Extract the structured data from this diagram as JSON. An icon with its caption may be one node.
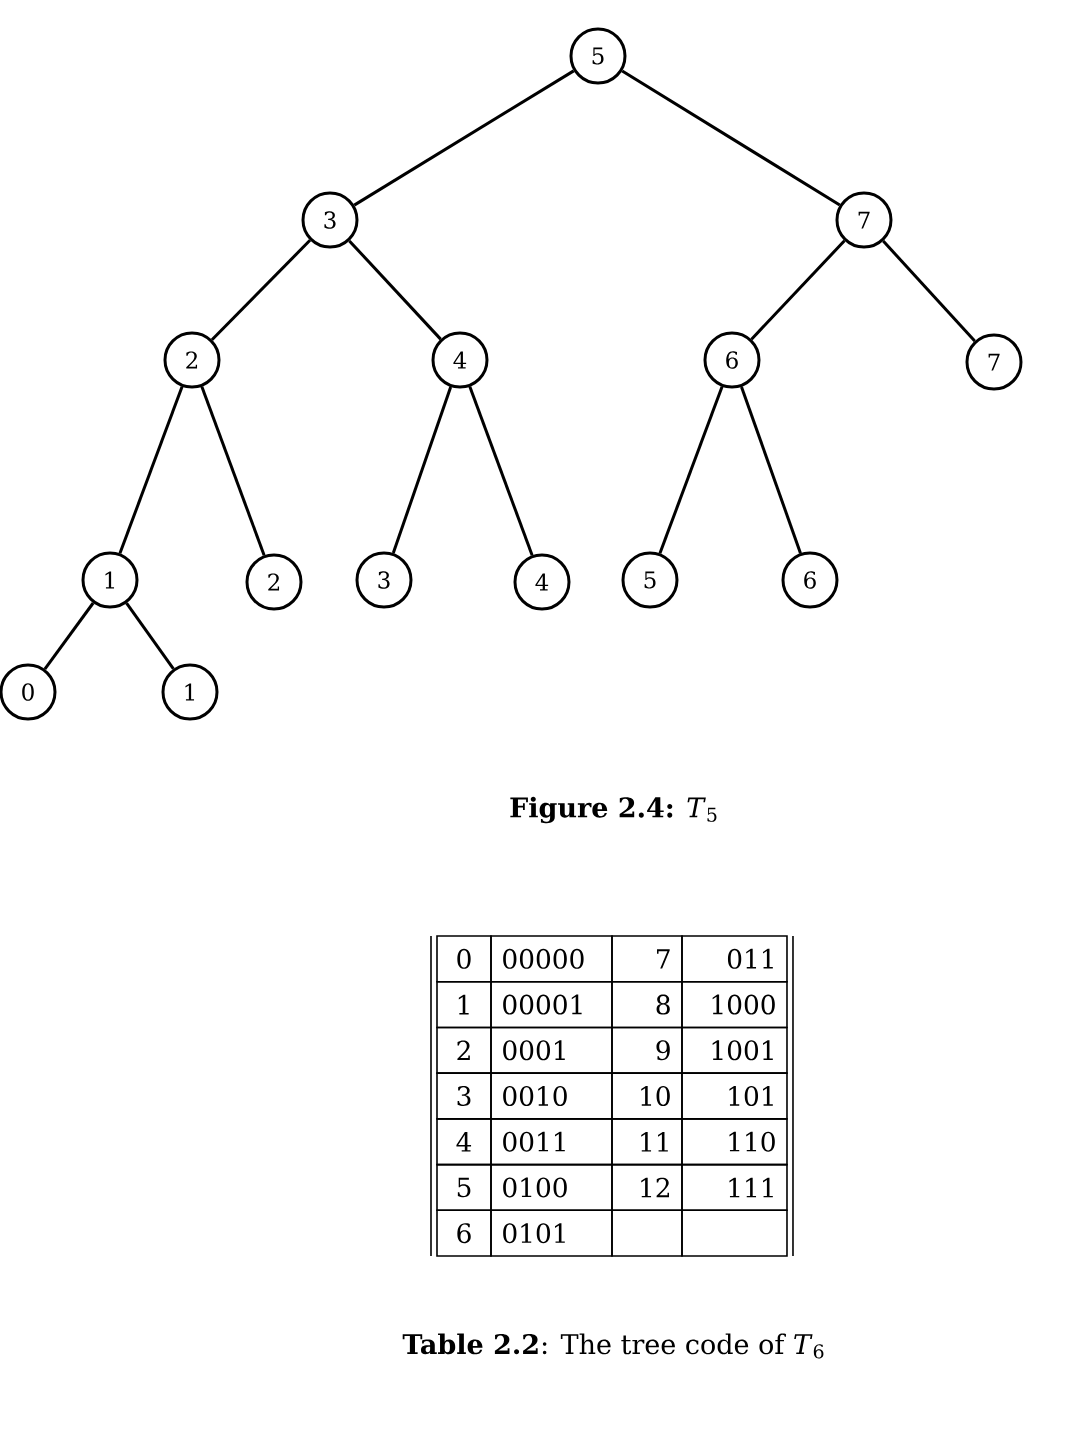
{
  "diagram": {
    "caption": "**Figure 2.4:** *T*$_{5}$",
    "nodes": [
      {
        "text": [
          "5"
        ]
      },
      {
        "text": [
          "3"
        ]
      },
      {
        "text": [
          "7"
        ]
      },
      {
        "text": [
          "2"
        ]
      },
      {
        "text": [
          "4"
        ]
      },
      {
        "text": [
          "6"
        ]
      },
      {
        "text": [
          "7"
        ]
      },
      {
        "text": [
          "1"
        ]
      },
      {
        "text": [
          "2"
        ]
      },
      {
        "text": [
          "3"
        ]
      },
      {
        "text": [
          "4"
        ]
      },
      {
        "text": [
          "5"
        ]
      },
      {
        "text": [
          "6"
        ]
      },
      {
        "text": [
          "0"
        ]
      },
      {
        "text": [
          "1"
        ]
      }
    ],
    "edges": [
      {
        "from": 0,
        "to": 1,
        "arrow": "none"
      },
      {
        "from": 0,
        "to": 2,
        "arrow": "none"
      },
      {
        "from": 1,
        "to": 3,
        "arrow": "none"
      },
      {
        "from": 1,
        "to": 4,
        "arrow": "none"
      },
      {
        "from": 2,
        "to": 5,
        "arrow": "none"
      },
      {
        "from": 2,
        "to": 6,
        "arrow": "none"
      },
      {
        "from": 3,
        "to": 7,
        "arrow": "none"
      },
      {
        "from": 3,
        "to": 8,
        "arrow": "none"
      },
      {
        "from": 4,
        "to": 9,
        "arrow": "none"
      },
      {
        "from": 4,
        "to": 10,
        "arrow": "none"
      },
      {
        "from": 5,
        "to": 11,
        "arrow": "none"
      },
      {
        "from": 5,
        "to": 12,
        "arrow": "none"
      },
      {
        "from": 7,
        "to": 13,
        "arrow": "none"
      },
      {
        "from": 7,
        "to": 14,
        "arrow": "none"
      }
    ],
    "labels": [
      "0",
      "00000",
      "7",
      "011",
      "1",
      "00001",
      "8",
      "1000",
      "2",
      "0001",
      "9",
      "1001",
      "3",
      "0010",
      "10",
      "101",
      "4",
      "0011",
      "11",
      "110",
      "5",
      "0100",
      "12",
      "111",
      "6",
      "0101",
      "**Table 2.2**: The tree code of *T*$_{6}$"
    ]
  }
}
